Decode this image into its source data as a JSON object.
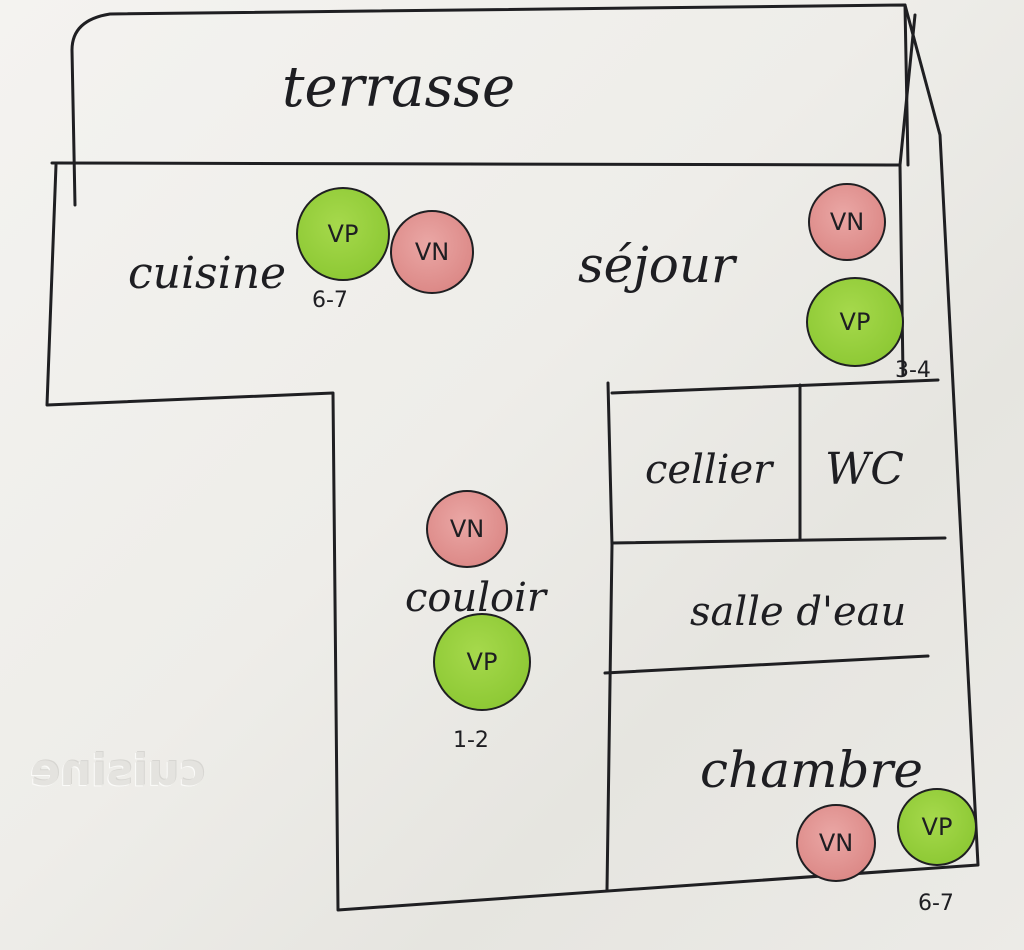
{
  "rooms": {
    "terrasse": "terrasse",
    "cuisine": "cuisine",
    "sejour": "séjour",
    "cellier": "cellier",
    "wc": "WC",
    "couloir": "couloir",
    "salle_deau": "salle d'eau",
    "chambre": "chambre"
  },
  "markers": {
    "cuisine_vp": "VP",
    "cuisine_vn": "VN",
    "sejour_vn": "VN",
    "sejour_vp": "VP",
    "couloir_vn": "VN",
    "couloir_vp": "VP",
    "chambre_vn": "VN",
    "chambre_vp": "VP"
  },
  "ranges": {
    "cuisine": "6-7",
    "sejour": "3-4",
    "couloir": "1-2",
    "chambre": "6-7"
  },
  "colors": {
    "vp_green": "#8fca36",
    "vn_red": "#dd8b89",
    "ink": "#1f1f22"
  }
}
